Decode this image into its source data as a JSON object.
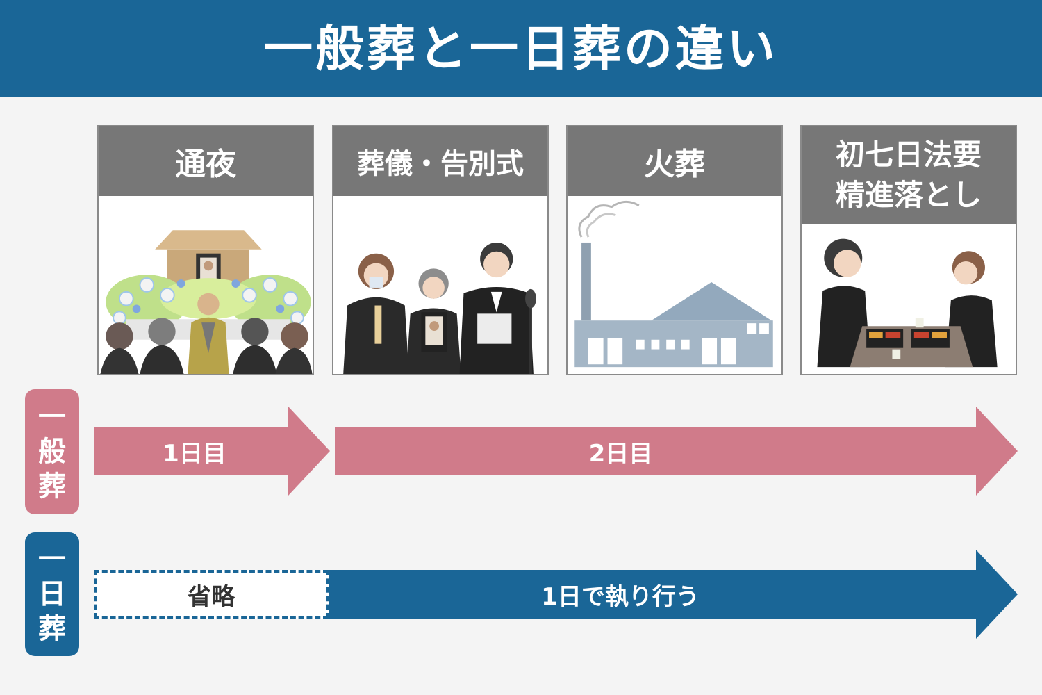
{
  "title": "一般葬と一日葬の違い",
  "stages": [
    {
      "line1": "通夜",
      "line2": "",
      "illustration": "wake-icon"
    },
    {
      "line1": "葬儀・告別式",
      "line2": "",
      "illustration": "funeral-ceremony-icon"
    },
    {
      "line1": "火葬",
      "line2": "",
      "illustration": "crematorium-icon"
    },
    {
      "line1": "初七日法要",
      "line2": "精進落とし",
      "illustration": "memorial-meal-icon"
    }
  ],
  "rows": [
    {
      "label_chars": [
        "一",
        "般",
        "葬"
      ],
      "color": "#d07b8a",
      "segments": [
        "1日目",
        "2日目"
      ]
    },
    {
      "label_chars": [
        "一",
        "日",
        "葬"
      ],
      "color": "#1a6697",
      "omitted": "省略",
      "segments": [
        "1日で執り行う"
      ]
    }
  ],
  "colors": {
    "header": "#1a6697",
    "card_header": "#777777",
    "background": "#f4f4f4"
  }
}
